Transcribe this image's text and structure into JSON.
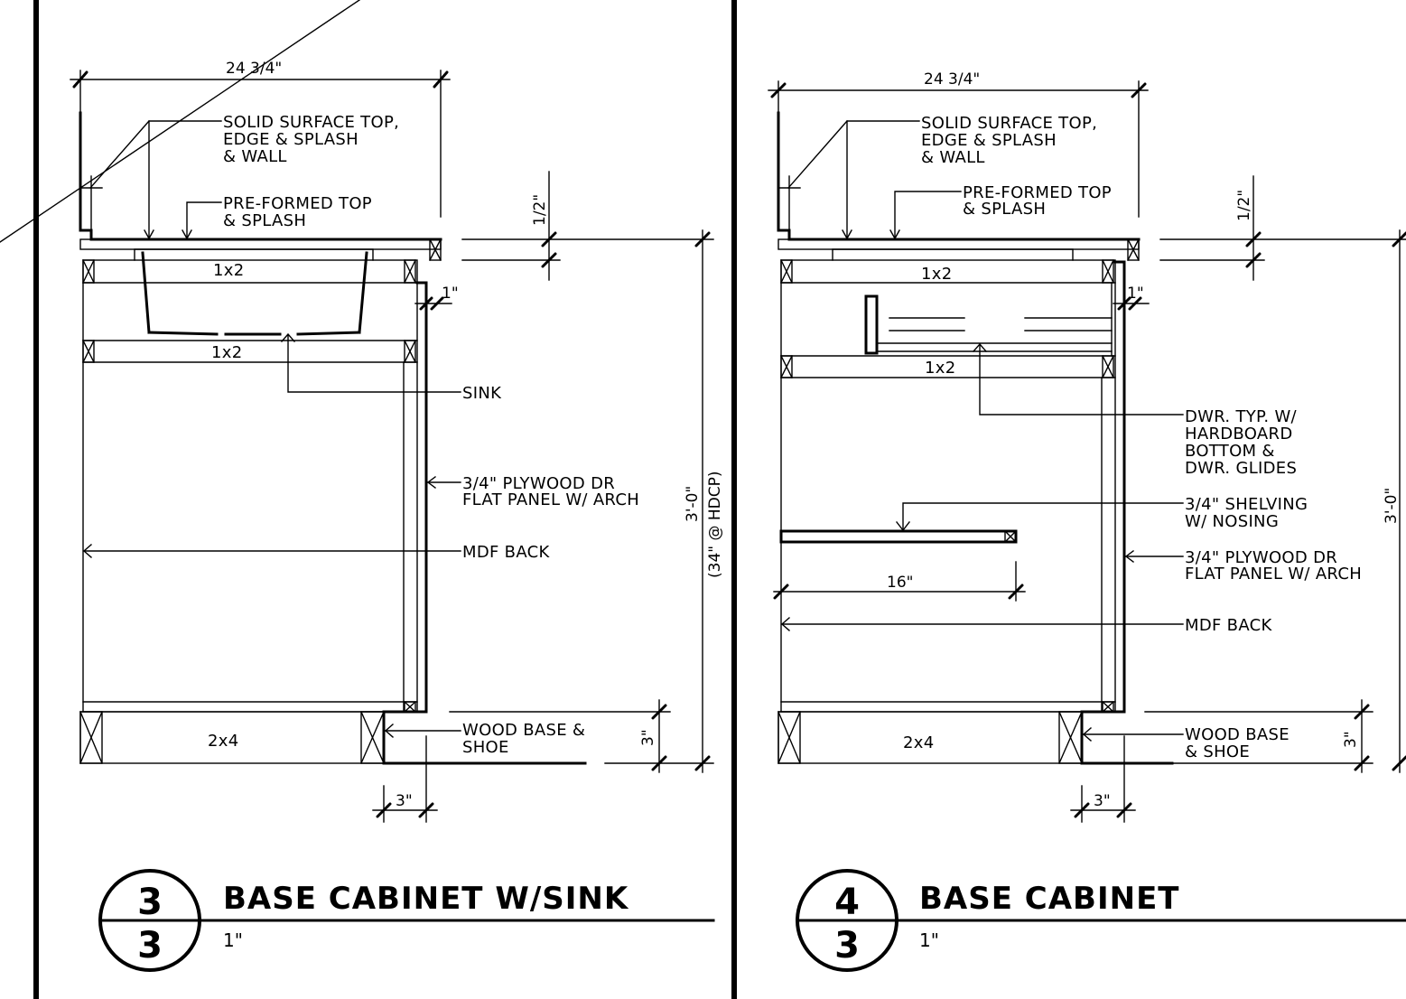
{
  "left": {
    "dims": {
      "width": "24 3/4\"",
      "top": "1/2\"",
      "side": "1\"",
      "height": "3'-0\"",
      "height_note": "(34\" @ HDCP)",
      "base_h": "3\"",
      "base_w": "3\""
    },
    "labels": {
      "solid_surface": [
        "SOLID SURFACE TOP,",
        "EDGE & SPLASH",
        "& WALL"
      ],
      "preformed": [
        "PRE-FORMED TOP",
        "& SPLASH"
      ],
      "sink": "SINK",
      "door": [
        "3/4\" PLYWOOD DR",
        "FLAT PANEL W/ ARCH"
      ],
      "back": "MDF BACK",
      "base": [
        "WOOD BASE &",
        "SHOE"
      ],
      "rail_top": "1x2",
      "rail_mid": "1x2",
      "toe": "2x4"
    },
    "title": {
      "number": "3",
      "sheet": "3",
      "name": "BASE CABINET W/SINK",
      "scale": "1\""
    }
  },
  "right": {
    "dims": {
      "width": "24 3/4\"",
      "top": "1/2\"",
      "side": "1\"",
      "height": "3'-0\"",
      "shelf": "16\"",
      "base_h": "3\"",
      "base_w": "3\""
    },
    "labels": {
      "solid_surface": [
        "SOLID SURFACE TOP,",
        "EDGE & SPLASH",
        "& WALL"
      ],
      "preformed": [
        "PRE-FORMED TOP",
        "& SPLASH"
      ],
      "drawer": [
        "DWR. TYP. W/",
        "HARDBOARD",
        "BOTTOM &",
        "DWR. GLIDES"
      ],
      "shelving": [
        "3/4\" SHELVING",
        "W/ NOSING"
      ],
      "door": [
        "3/4\" PLYWOOD DR",
        "FLAT PANEL W/ ARCH"
      ],
      "back": "MDF BACK",
      "base": [
        "WOOD BASE",
        "& SHOE"
      ],
      "rail_top": "1x2",
      "rail_mid": "1x2",
      "toe": "2x4"
    },
    "title": {
      "number": "4",
      "sheet": "3",
      "name": "BASE CABINET",
      "scale": "1\""
    }
  }
}
